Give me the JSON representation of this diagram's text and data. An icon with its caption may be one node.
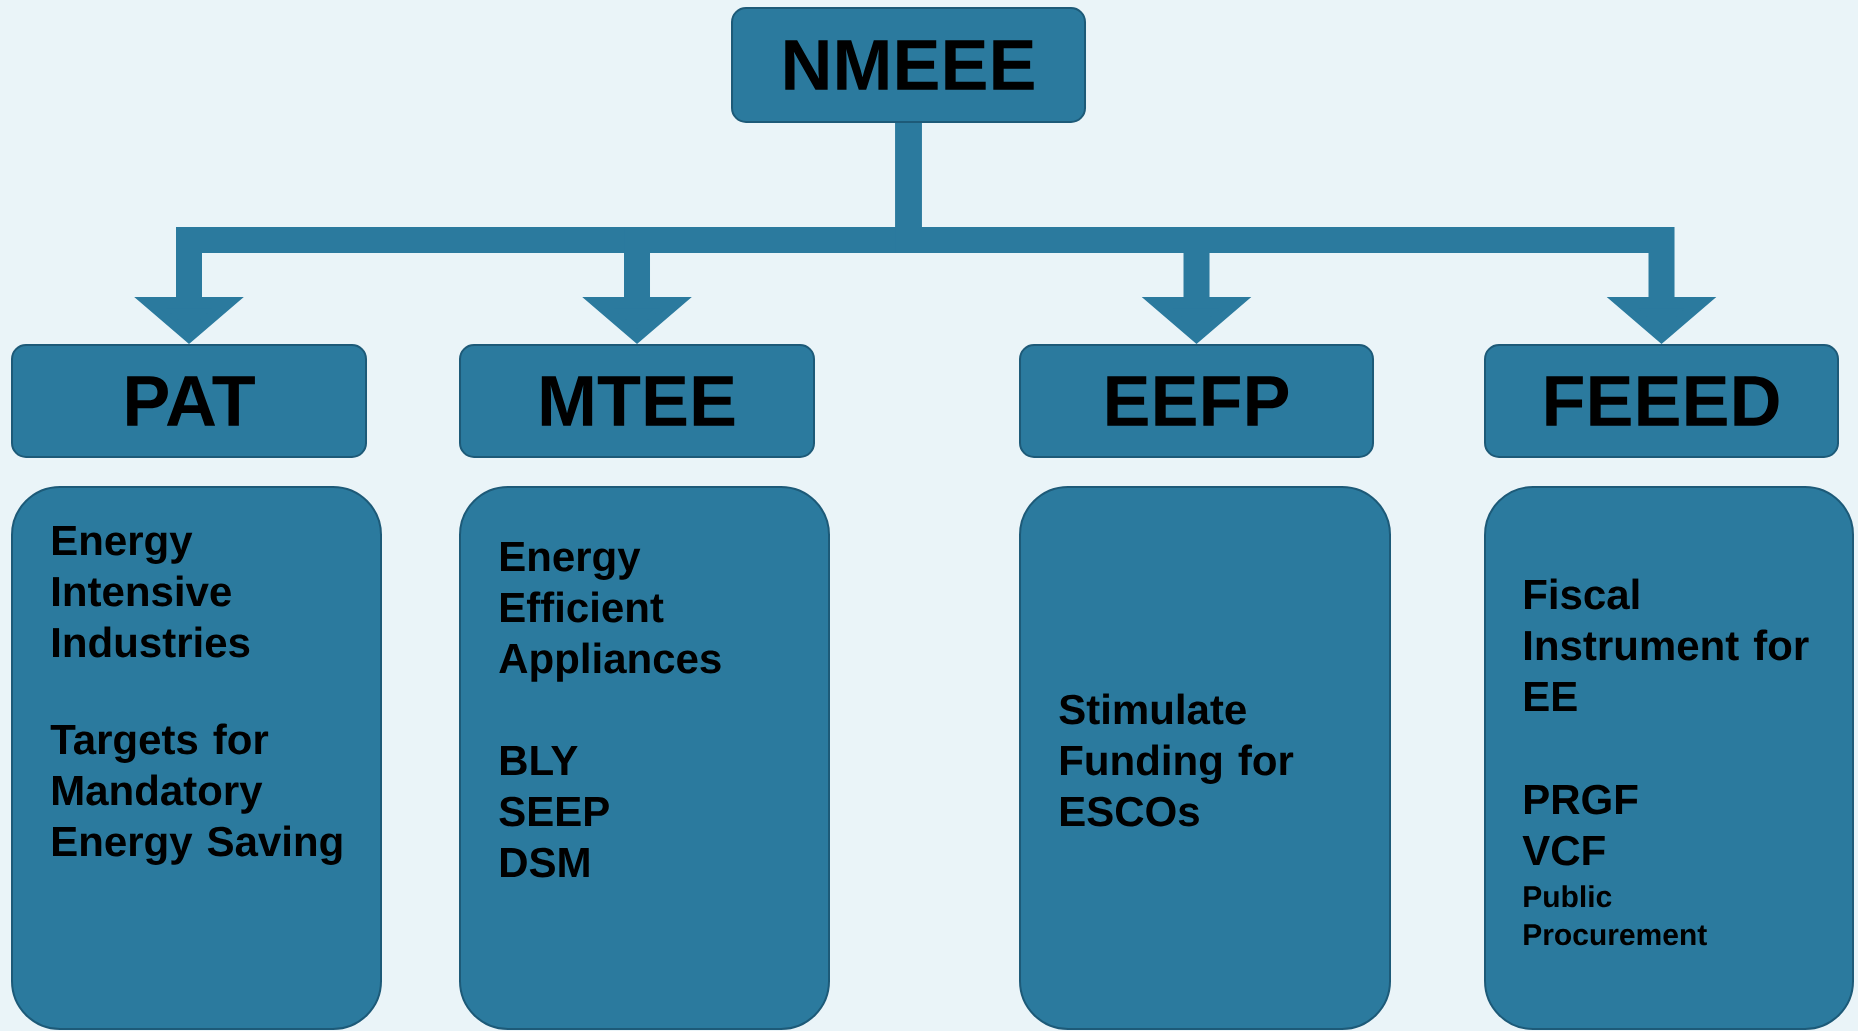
{
  "diagram": {
    "nodes": [
      {
        "text": [
          "NMEEE"
        ]
      },
      {
        "text": [
          "PAT"
        ]
      },
      {
        "text": [
          "MTEE"
        ]
      },
      {
        "text": [
          "EEFP"
        ]
      },
      {
        "text": [
          "FEEED"
        ]
      },
      {
        "text": [
          "Energy Intensive Industries",
          "Targets for Mandatory Energy Saving"
        ]
      },
      {
        "text": [
          "Energy Efficient Appliances",
          "BLY",
          "SEEP",
          "DSM"
        ]
      },
      {
        "text": [
          "Stimulate Funding for ESCOs"
        ]
      },
      {
        "text": [
          "Fiscal Instrument for EE",
          "PRGF",
          "VCF",
          "Public Procurement"
        ]
      }
    ],
    "edges": [
      {
        "from": 0,
        "to": 1,
        "arrow": "to"
      },
      {
        "from": 0,
        "to": 2,
        "arrow": "to"
      },
      {
        "from": 0,
        "to": 3,
        "arrow": "to"
      },
      {
        "from": 0,
        "to": 4,
        "arrow": "to"
      }
    ]
  }
}
